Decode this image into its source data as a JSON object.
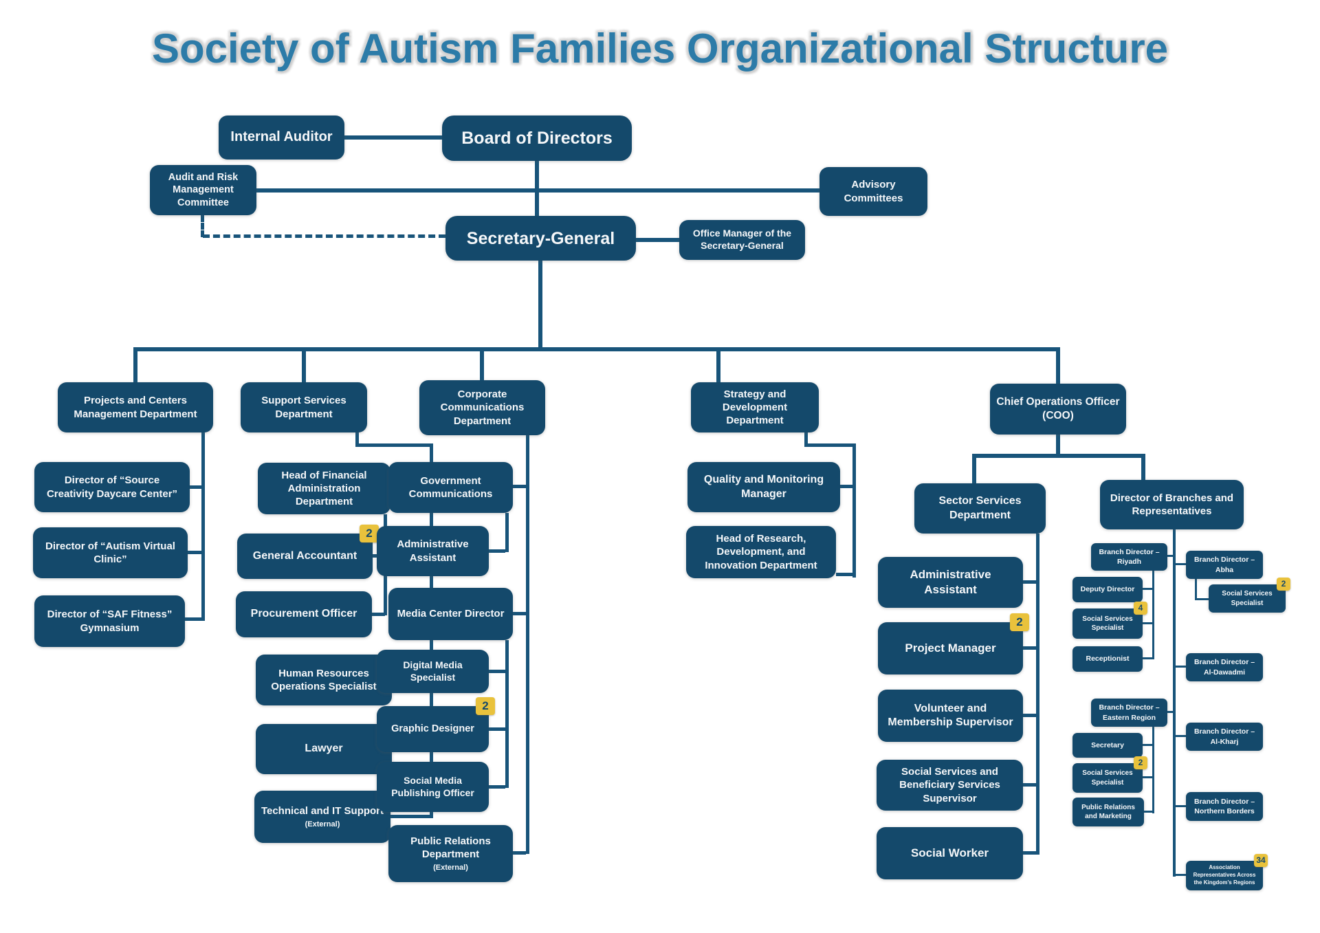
{
  "title": "Society of Autism Families Organizational Structure",
  "colors": {
    "box": "#14496B",
    "line": "#18547A",
    "badge": "#E9C23C",
    "title": "#2C7BA8"
  },
  "nodes": {
    "internal_auditor": {
      "label": "Internal Auditor"
    },
    "board_of_directors": {
      "label": "Board of Directors"
    },
    "audit_risk_committee": {
      "label": "Audit and Risk Management Committee"
    },
    "advisory_committees": {
      "label": "Advisory Committees"
    },
    "secretary_general": {
      "label": "Secretary-General"
    },
    "office_manager_sg": {
      "label": "Office Manager of the Secretary-General"
    },
    "projects_centers_dept": {
      "label": "Projects and Centers Management Department"
    },
    "support_services_dept": {
      "label": "Support Services Department"
    },
    "corporate_comms_dept": {
      "label": "Corporate Communications Department"
    },
    "strategy_dev_dept": {
      "label": "Strategy and Development Department"
    },
    "coo": {
      "label": "Chief Operations Officer (COO)"
    },
    "director_source_creativity": {
      "label": "Director of “Source Creativity Daycare Center”"
    },
    "director_autism_virtual_clinic": {
      "label": "Director of “Autism Virtual Clinic”"
    },
    "director_saf_fitness": {
      "label": "Director of “SAF Fitness” Gymnasium"
    },
    "head_financial_admin": {
      "label": "Head of Financial Administration Department"
    },
    "general_accountant": {
      "label": "General Accountant",
      "badge": "2"
    },
    "procurement_officer": {
      "label": "Procurement Officer"
    },
    "hr_operations_specialist": {
      "label": "Human Resources Operations Specialist"
    },
    "lawyer": {
      "label": "Lawyer"
    },
    "technical_it_support": {
      "label": "Technical and IT Support",
      "sublabel": "(External)"
    },
    "government_communications": {
      "label": "Government Communications"
    },
    "administrative_assistant_cc": {
      "label": "Administrative Assistant"
    },
    "media_center_director": {
      "label": "Media Center Director"
    },
    "digital_media_specialist": {
      "label": "Digital Media Specialist"
    },
    "graphic_designer": {
      "label": "Graphic Designer",
      "badge": "2"
    },
    "social_media_publishing_officer": {
      "label": "Social Media Publishing Officer"
    },
    "public_relations_department": {
      "label": "Public Relations Department",
      "sublabel": "(External)"
    },
    "quality_monitoring_manager": {
      "label": "Quality and Monitoring Manager"
    },
    "head_research_dev_innovation": {
      "label": "Head of Research, Development, and Innovation Department"
    },
    "sector_services_dept": {
      "label": "Sector Services Department"
    },
    "director_branches_reps": {
      "label": "Director of Branches and Representatives"
    },
    "administrative_assistant_ssd": {
      "label": "Administrative Assistant"
    },
    "project_manager": {
      "label": "Project Manager",
      "badge": "2"
    },
    "volunteer_membership_supervisor": {
      "label": "Volunteer and Membership Supervisor"
    },
    "social_services_beneficiary_supervisor": {
      "label": "Social Services and Beneficiary Services Supervisor"
    },
    "social_worker": {
      "label": "Social Worker"
    },
    "branch_director_riyadh": {
      "label": "Branch Director – Riyadh"
    },
    "deputy_director": {
      "label": "Deputy Director"
    },
    "social_services_specialist_riyadh": {
      "label": "Social Services Specialist",
      "badge": "4"
    },
    "receptionist": {
      "label": "Receptionist"
    },
    "branch_director_eastern_region": {
      "label": "Branch Director – Eastern Region"
    },
    "secretary_eastern": {
      "label": "Secretary"
    },
    "social_services_specialist_eastern": {
      "label": "Social Services Specialist",
      "badge": "2"
    },
    "public_relations_marketing": {
      "label": "Public Relations and Marketing"
    },
    "branch_director_abha": {
      "label": "Branch Director – Abha"
    },
    "social_services_specialist_abha": {
      "label": "Social Services Specialist",
      "badge": "2"
    },
    "branch_director_al_dawadmi": {
      "label": "Branch Director – Al-Dawadmi"
    },
    "branch_director_al_kharj": {
      "label": "Branch Director – Al-Kharj"
    },
    "branch_director_northern_borders": {
      "label": "Branch Director – Northern Borders"
    },
    "association_representatives": {
      "label": "Association Representatives Across the Kingdom’s Regions",
      "badge": "34"
    }
  }
}
